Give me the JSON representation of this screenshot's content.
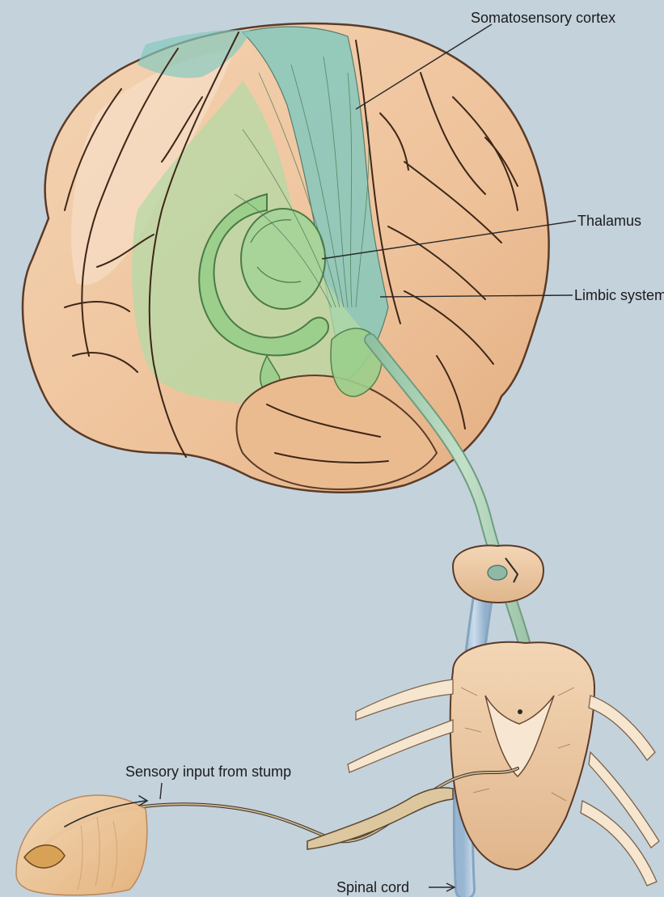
{
  "labels": {
    "somatosensory_cortex": "Somatosensory cortex",
    "thalamus": "Thalamus",
    "limbic_system": "Limbic system",
    "sensory_input": "Sensory input from stump",
    "spinal_cord": "Spinal cord"
  },
  "colors": {
    "background": "#c4d2dc",
    "brain_tan": "#efc6a0",
    "cortex_teal": "#7fc6bb",
    "limbic_green": "#a9d49a",
    "pathway_green": "#9dc9a6",
    "pathway_blue": "#a9c6de"
  }
}
